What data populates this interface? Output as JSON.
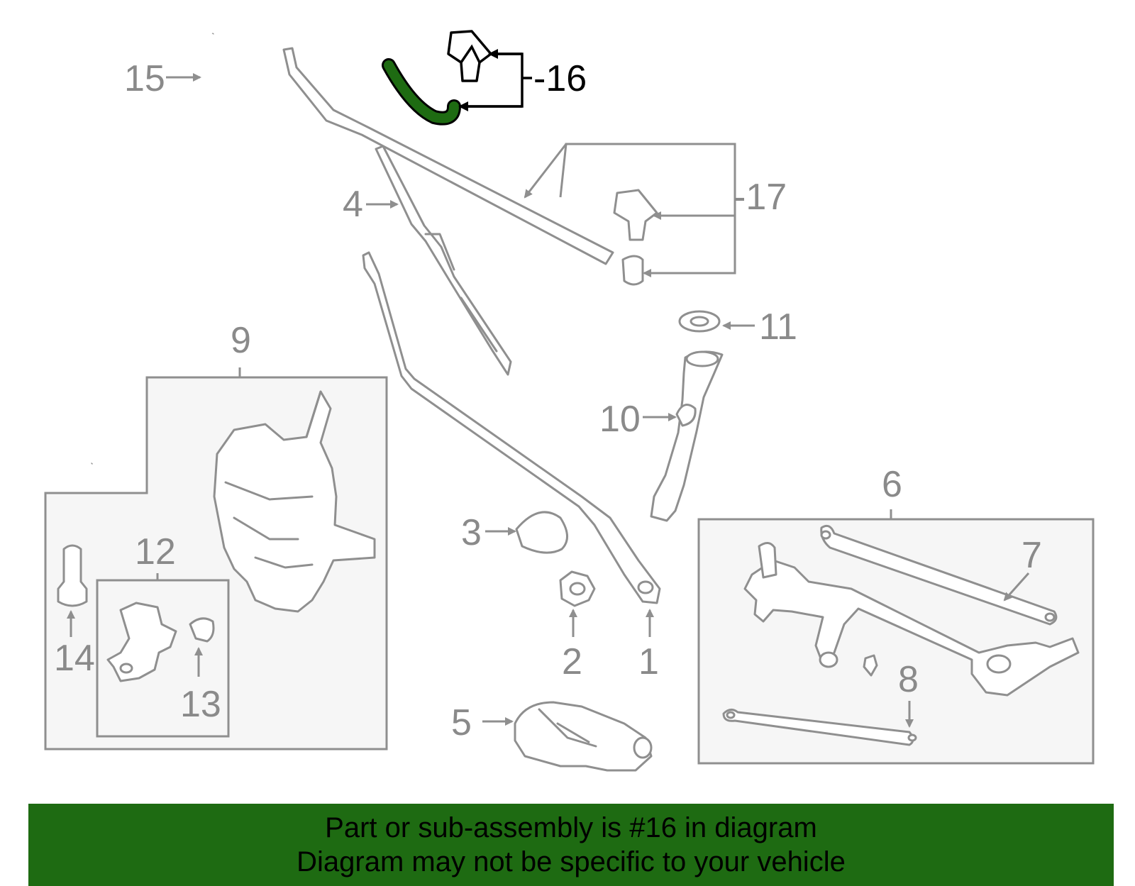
{
  "diagram": {
    "callouts": {
      "c1": "1",
      "c2": "2",
      "c3": "3",
      "c4": "4",
      "c5": "5",
      "c6": "6",
      "c7": "7",
      "c8": "8",
      "c9": "9",
      "c10": "10",
      "c11": "11",
      "c12": "12",
      "c13": "13",
      "c14": "14",
      "c15": "15",
      "c16": "-16",
      "c17": "-17"
    },
    "highlighted_part": "16",
    "colors": {
      "highlight": "#1e6b12",
      "lines": "#8f8f8f",
      "footer": "#1e6b12"
    }
  },
  "footer": {
    "line1": "Part or sub-assembly is #16 in diagram",
    "line2": "Diagram may not be specific to your vehicle"
  }
}
